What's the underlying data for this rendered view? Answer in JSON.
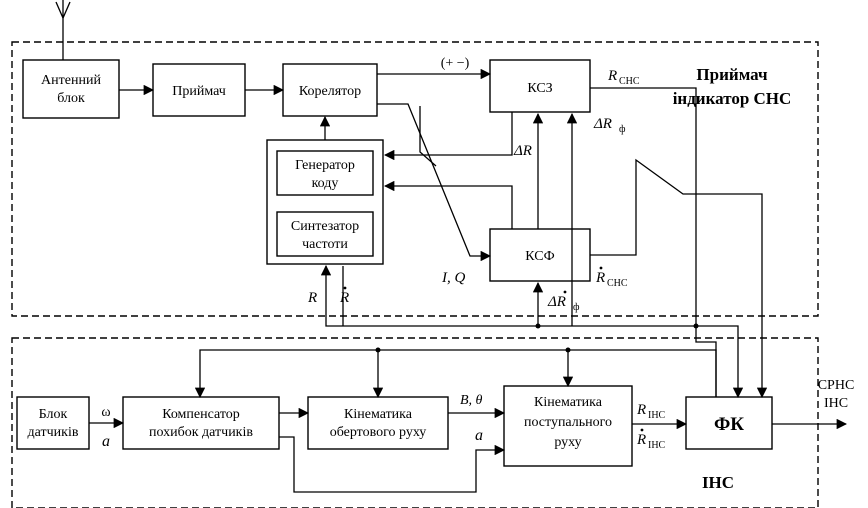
{
  "top_text": "",
  "blocks": {
    "antenna": [
      "Антенний",
      "блок"
    ],
    "receiver": "Приймач",
    "correlator": "Корелятор",
    "ksz": "КСЗ",
    "generator": [
      "Генератор",
      "коду"
    ],
    "synth": [
      "Синтезатор",
      "частоти"
    ],
    "ksf": "КСФ",
    "sensors": [
      "Блок",
      "датчиків"
    ],
    "compensator": [
      "Компенсатор",
      "похибок датчиків"
    ],
    "kin_rot": [
      "Кінематика",
      "обертового руху"
    ],
    "kin_trans": [
      "Кінематика",
      "поступального",
      "руху"
    ],
    "fk": "ФК"
  },
  "regions": {
    "sns": [
      "Приймач",
      "індикатор СНС"
    ],
    "ins": "ІНС"
  },
  "labels": {
    "plus_minus": "(+ −)",
    "r_sns_R": "R",
    "r_sns_sub": "СНС",
    "delta_R": "ΔR",
    "delta_Rf": "ΔR",
    "delta_Rf_sub": "ф",
    "I_Q": "I,  Q",
    "Rdot_sns": "R",
    "Rdot_sns_sub": "СНС",
    "delta_Rdot_f": "ΔR",
    "delta_Rdot_f_sub": "ф",
    "R_left": "R",
    "Rdot_left": "R",
    "omega": "ω",
    "a1": "a",
    "B_theta": "B, θ",
    "a2": "a",
    "R_ins": "R",
    "R_ins_sub": "ІНС",
    "Rdot_ins": "R",
    "Rdot_ins_sub": "ІНС",
    "out": [
      "СРНС",
      "ІНС"
    ]
  }
}
